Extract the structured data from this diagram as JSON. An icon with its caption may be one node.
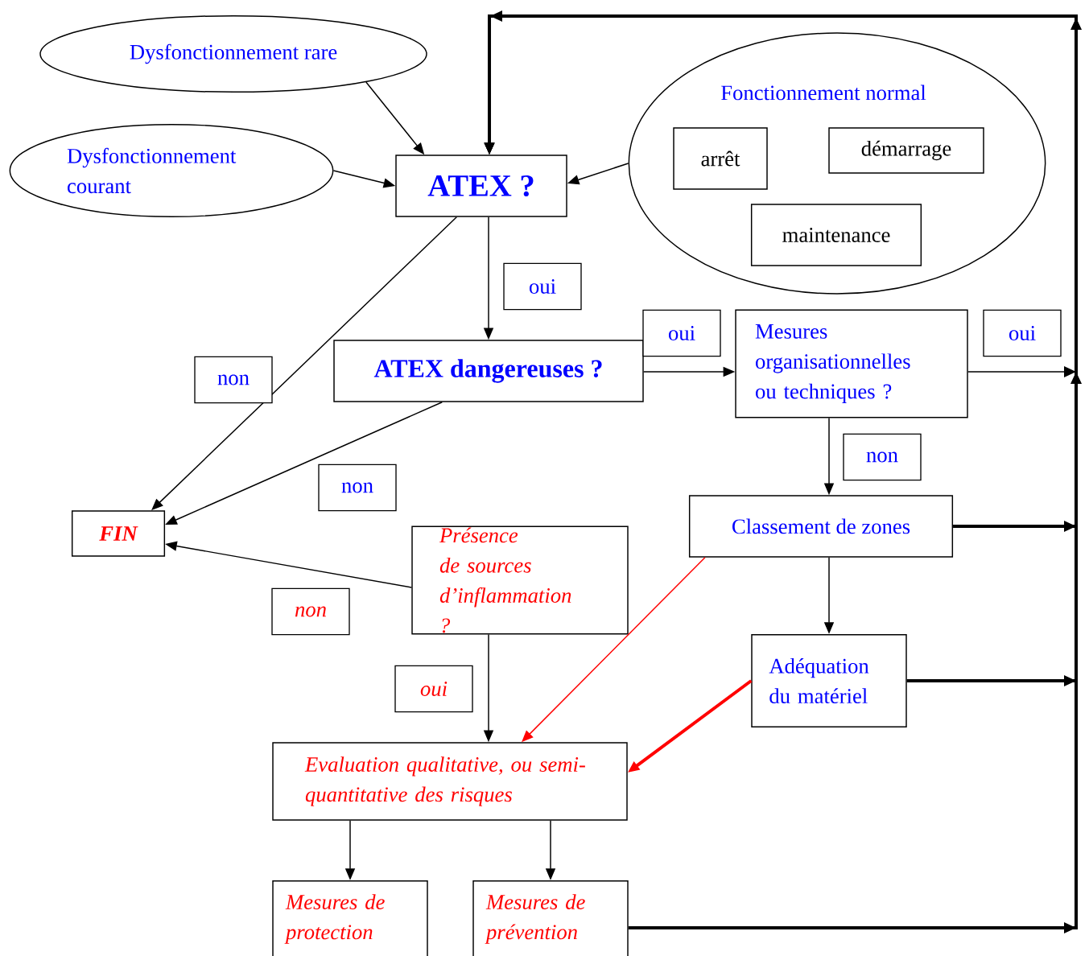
{
  "diagram": {
    "nodes": [
      {
        "text": [
          "Dysfonctionnement rare"
        ]
      },
      {
        "text": [
          "Dysfonctionnement courant"
        ]
      },
      {
        "text": [
          "ATEX ?"
        ]
      },
      {
        "text": [
          "Fonctionnement normal"
        ]
      },
      {
        "text": [
          "arrêt"
        ],
        "in": 3
      },
      {
        "text": [
          "démarrage"
        ],
        "in": 3
      },
      {
        "text": [
          "maintenance"
        ],
        "in": 3
      },
      {
        "text": [
          "ATEX dangereuses ?"
        ]
      },
      {
        "text": [
          "Mesures organisationnelles ou techniques ?"
        ]
      },
      {
        "text": [
          "FIN"
        ]
      },
      {
        "text": [
          "Classement de zones"
        ]
      },
      {
        "text": [
          "Présence de sources d’inflammation ?"
        ]
      },
      {
        "text": [
          "Adéquation du matériel"
        ]
      },
      {
        "text": [
          "Evaluation qualitative, ou semi-quantitative des risques"
        ]
      },
      {
        "text": [
          "Mesures de protection"
        ]
      },
      {
        "text": [
          "Mesures de prévention"
        ]
      }
    ],
    "edges": [
      {
        "from": 0,
        "to": 2,
        "arrow": "to"
      },
      {
        "from": 1,
        "to": 2,
        "arrow": "to"
      },
      {
        "from": 3,
        "to": 2,
        "arrow": "to"
      },
      {
        "from": 2,
        "to": 7,
        "arrow": "to",
        "label": "oui"
      },
      {
        "from": 2,
        "to": 9,
        "arrow": "to",
        "label": "non"
      },
      {
        "from": 7,
        "to": 8,
        "arrow": "to",
        "label": "oui"
      },
      {
        "from": 7,
        "to": 9,
        "arrow": "to",
        "label": "non"
      },
      {
        "from": 8,
        "to": 2,
        "arrow": "to",
        "label": "oui"
      },
      {
        "from": 8,
        "to": 10,
        "arrow": "to",
        "label": "non"
      },
      {
        "from": 10,
        "to": 2,
        "arrow": "to",
        "style": "thick"
      },
      {
        "from": 10,
        "to": 12,
        "arrow": "to"
      },
      {
        "from": 10,
        "to": 13,
        "arrow": "to",
        "color": "#ff0000"
      },
      {
        "from": 11,
        "to": 9,
        "arrow": "to",
        "label": "non"
      },
      {
        "from": 11,
        "to": 13,
        "arrow": "to",
        "label": "oui"
      },
      {
        "from": 12,
        "to": 2,
        "arrow": "to",
        "style": "thick"
      },
      {
        "from": 12,
        "to": 13,
        "arrow": "to",
        "style": "thick",
        "color": "#ff0000"
      },
      {
        "from": 13,
        "to": 14,
        "arrow": "to"
      },
      {
        "from": 13,
        "to": 15,
        "arrow": "to"
      },
      {
        "from": 15,
        "to": 2,
        "arrow": "to",
        "style": "thick"
      }
    ]
  }
}
